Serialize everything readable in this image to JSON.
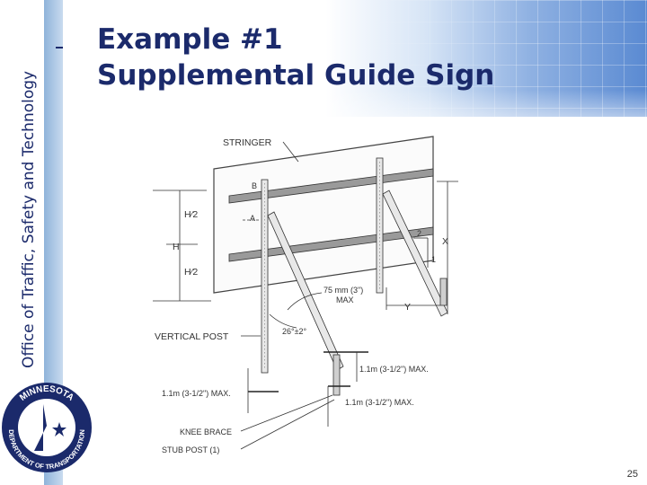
{
  "sidebar": {
    "text": "Office of Traffic, Safety and Technology"
  },
  "header": {
    "title_line1": "Example #1",
    "title_line2": "Supplemental Guide Sign"
  },
  "diagram": {
    "labels": {
      "stringer": "STRINGER",
      "b": "B",
      "a": "A",
      "h": "H",
      "h2_upper": "H⁄2",
      "h2_lower": "H⁄2",
      "x": "X",
      "y": "Y",
      "one": "1",
      "two": "2",
      "clearance": "75 mm (3\")",
      "clearance_max": "MAX",
      "angle": "26°±2°",
      "vertical_post": "VERTICAL POST",
      "dim_right": "1.1m (3-1/2\") MAX.",
      "dim_left": "1.1m (3-1/2\") MAX.",
      "dim_bottom": "1.1m (3-1/2\") MAX.",
      "knee_brace": "KNEE BRACE",
      "stub_post": "STUB POST (1)"
    }
  },
  "logo": {
    "text_top": "MINNESOTA",
    "text_bottom": "DEPARTMENT OF TRANSPORTATION",
    "colors": {
      "navy": "#1b2a6b",
      "white": "#ffffff"
    }
  },
  "footer": {
    "page_number": "25"
  }
}
